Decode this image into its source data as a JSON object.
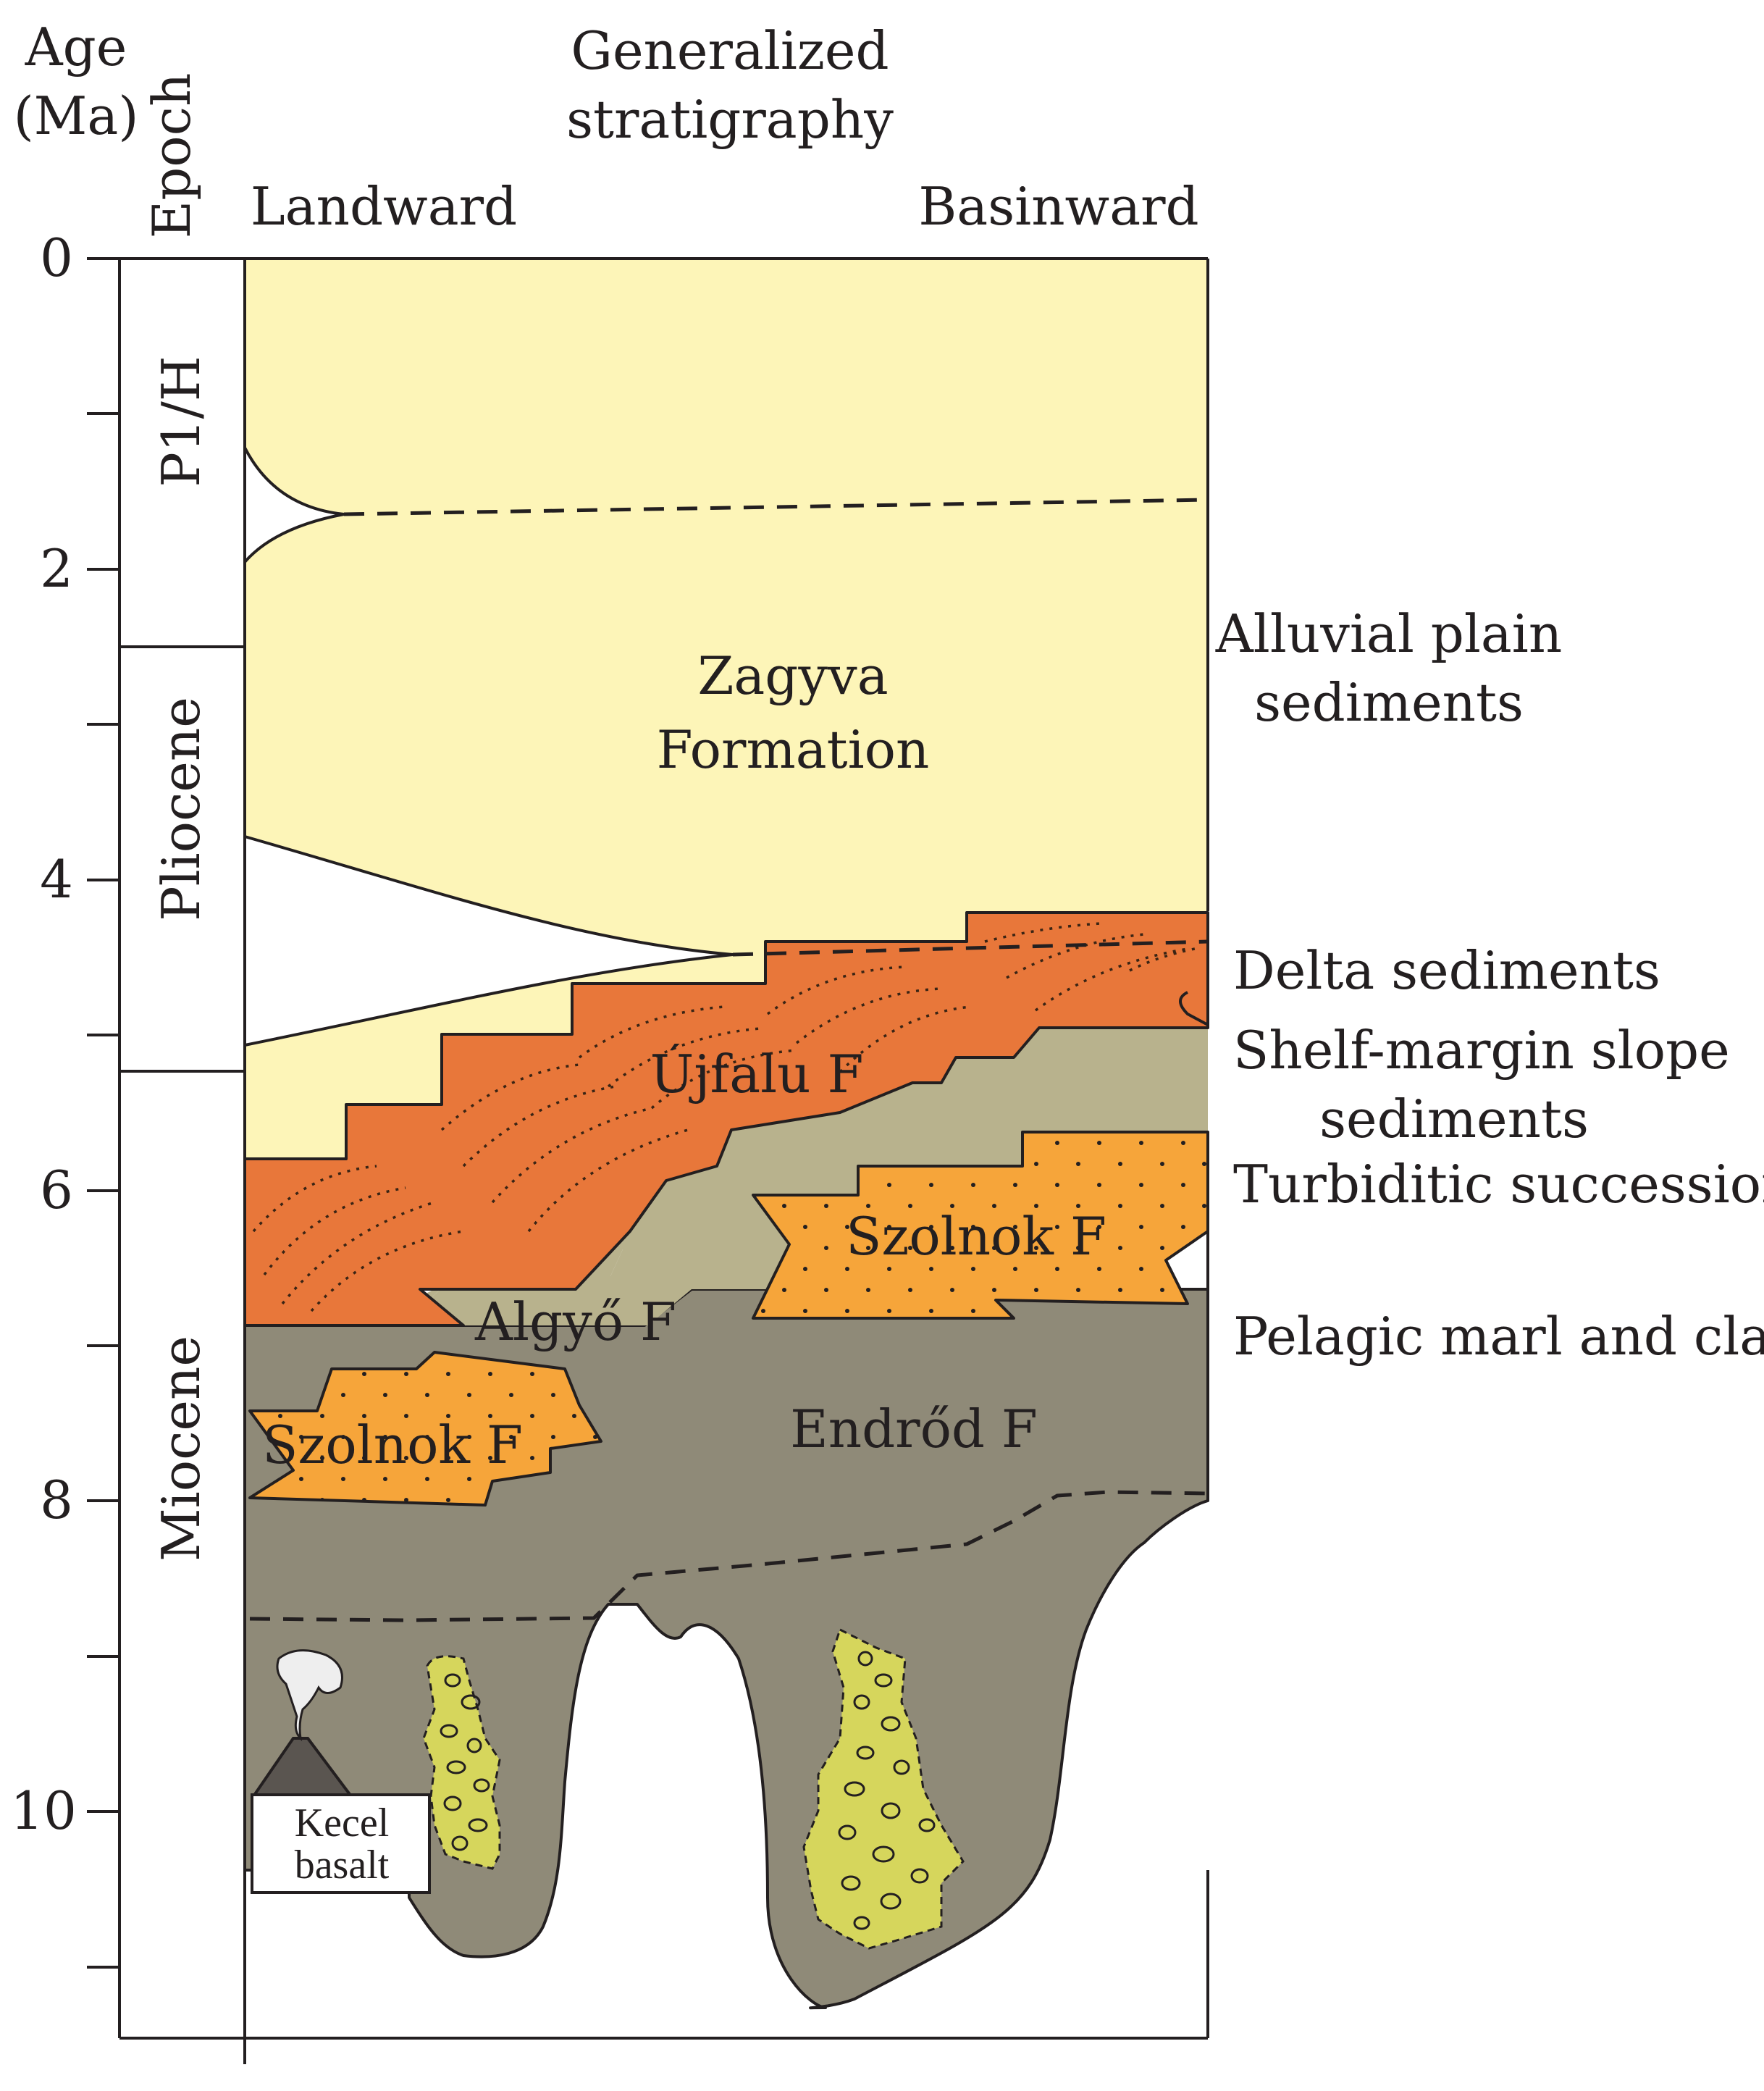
{
  "header": {
    "age_line1": "Age",
    "age_line2": "(Ma)",
    "epoch": "Epoch",
    "strat_line1": "Generalized",
    "strat_line2": "stratigraphy",
    "landward": "Landward",
    "basinward": "Basinward"
  },
  "age_ticks": [
    "0",
    "2",
    "4",
    "6",
    "8",
    "10"
  ],
  "epochs": {
    "p1h": "P1/H",
    "pliocene": "Pliocene",
    "miocene": "Miocene"
  },
  "units": {
    "zagyva_line1": "Zagyva",
    "zagyva_line2": "Formation",
    "ujfalu": "Újfalu F",
    "szolnok_upper": "Szolnok F",
    "algyo": "Algyő F",
    "szolnok_lower": "Szolnok F",
    "endrod": "Endrőd F",
    "kecel_line1": "Kecel",
    "kecel_line2": "basalt"
  },
  "legend": {
    "alluvial_line1": "Alluvial plain",
    "alluvial_line2": "sediments",
    "delta": "Delta sediments",
    "shelf_line1": "Shelf-margin slope",
    "shelf_line2": "sediments",
    "turbiditic": "Turbiditic succession",
    "pelagic": "Pelagic marl and clay"
  },
  "colors": {
    "alluvial": "#fdf5b8",
    "delta": "#e8773a",
    "slope": "#b8b28d",
    "turbidite": "#f6a53a",
    "pelagic": "#8f8a78",
    "conglomerate": "#d6d65c",
    "outline": "#231f20"
  }
}
